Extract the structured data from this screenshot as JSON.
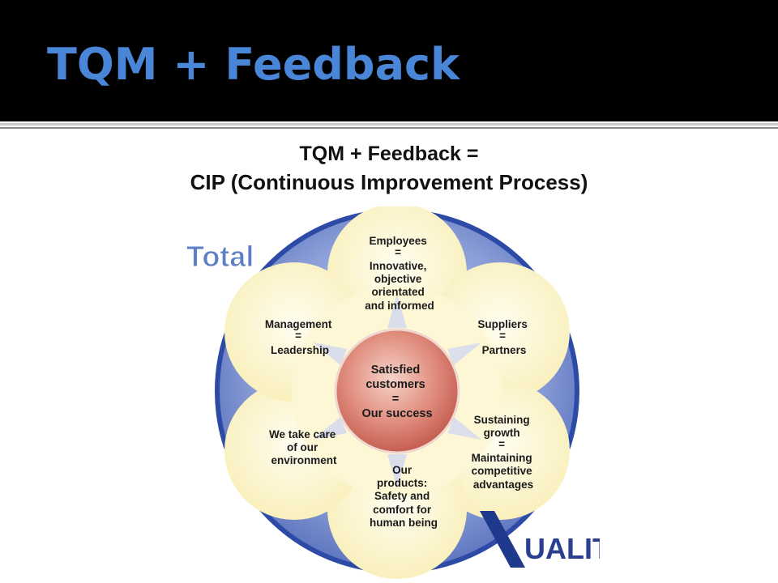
{
  "slide": {
    "title": "TQM + Feedback",
    "subtitle_line1": "TQM + Feedback =",
    "subtitle_line2": "CIP (Continuous Improvement Process)"
  },
  "diagram": {
    "word_total": "Total",
    "word_quality": "UALITY",
    "center": [
      "Satisfied",
      "customers",
      "=",
      "Our success"
    ],
    "petals": {
      "top": [
        "Employees",
        "=",
        "Innovative,",
        "objective",
        "orientated",
        "and informed"
      ],
      "upper_right": [
        "Suppliers",
        "=",
        "Partners"
      ],
      "lower_right": [
        "Sustaining",
        "growth",
        "=",
        "Maintaining",
        "competitive",
        "advantages"
      ],
      "bottom": [
        "Our",
        "products:",
        "Safety and",
        "comfort for",
        "human being"
      ],
      "lower_left": [
        "We take care",
        "of our",
        "environment"
      ],
      "upper_left": [
        "Management",
        "=",
        "Leadership"
      ]
    }
  },
  "colors": {
    "title": "#4a86d8",
    "ring": "#6f86c9",
    "petal": "#fdf7d0",
    "center": "#d9796b",
    "total_text": "#5e7fc4",
    "quality_text": "#2a3f8f"
  }
}
